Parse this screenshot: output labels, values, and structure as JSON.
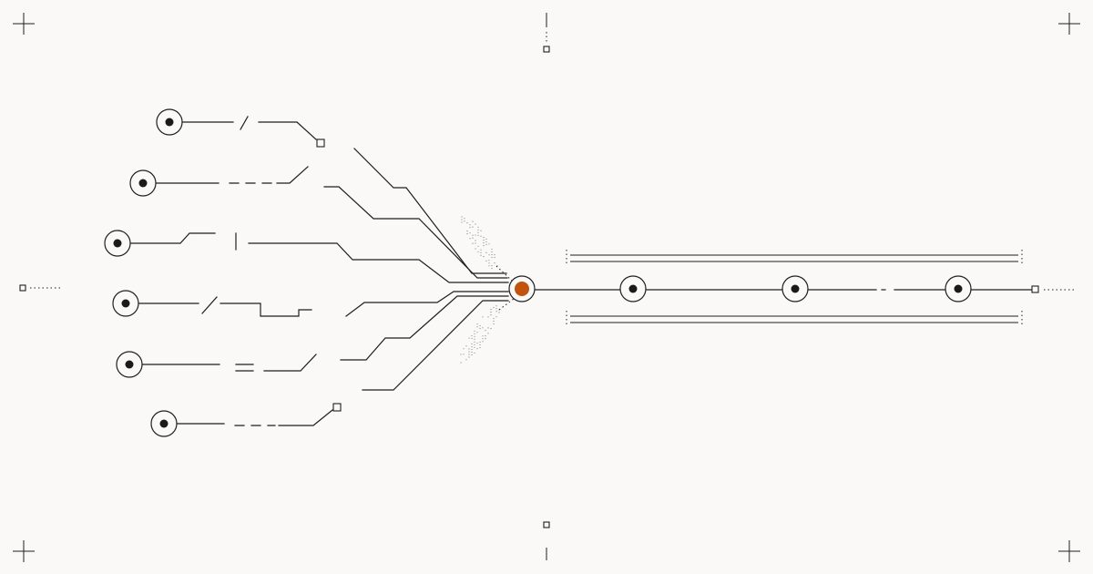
{
  "diagram": {
    "type": "network-convergence",
    "input_nodes": 6,
    "output_nodes": 3,
    "colors": {
      "background": "#faf9f7",
      "line": "#1f1f1f",
      "node_dot": "#1a1a1a",
      "hub_accent": "#c1530f"
    }
  }
}
